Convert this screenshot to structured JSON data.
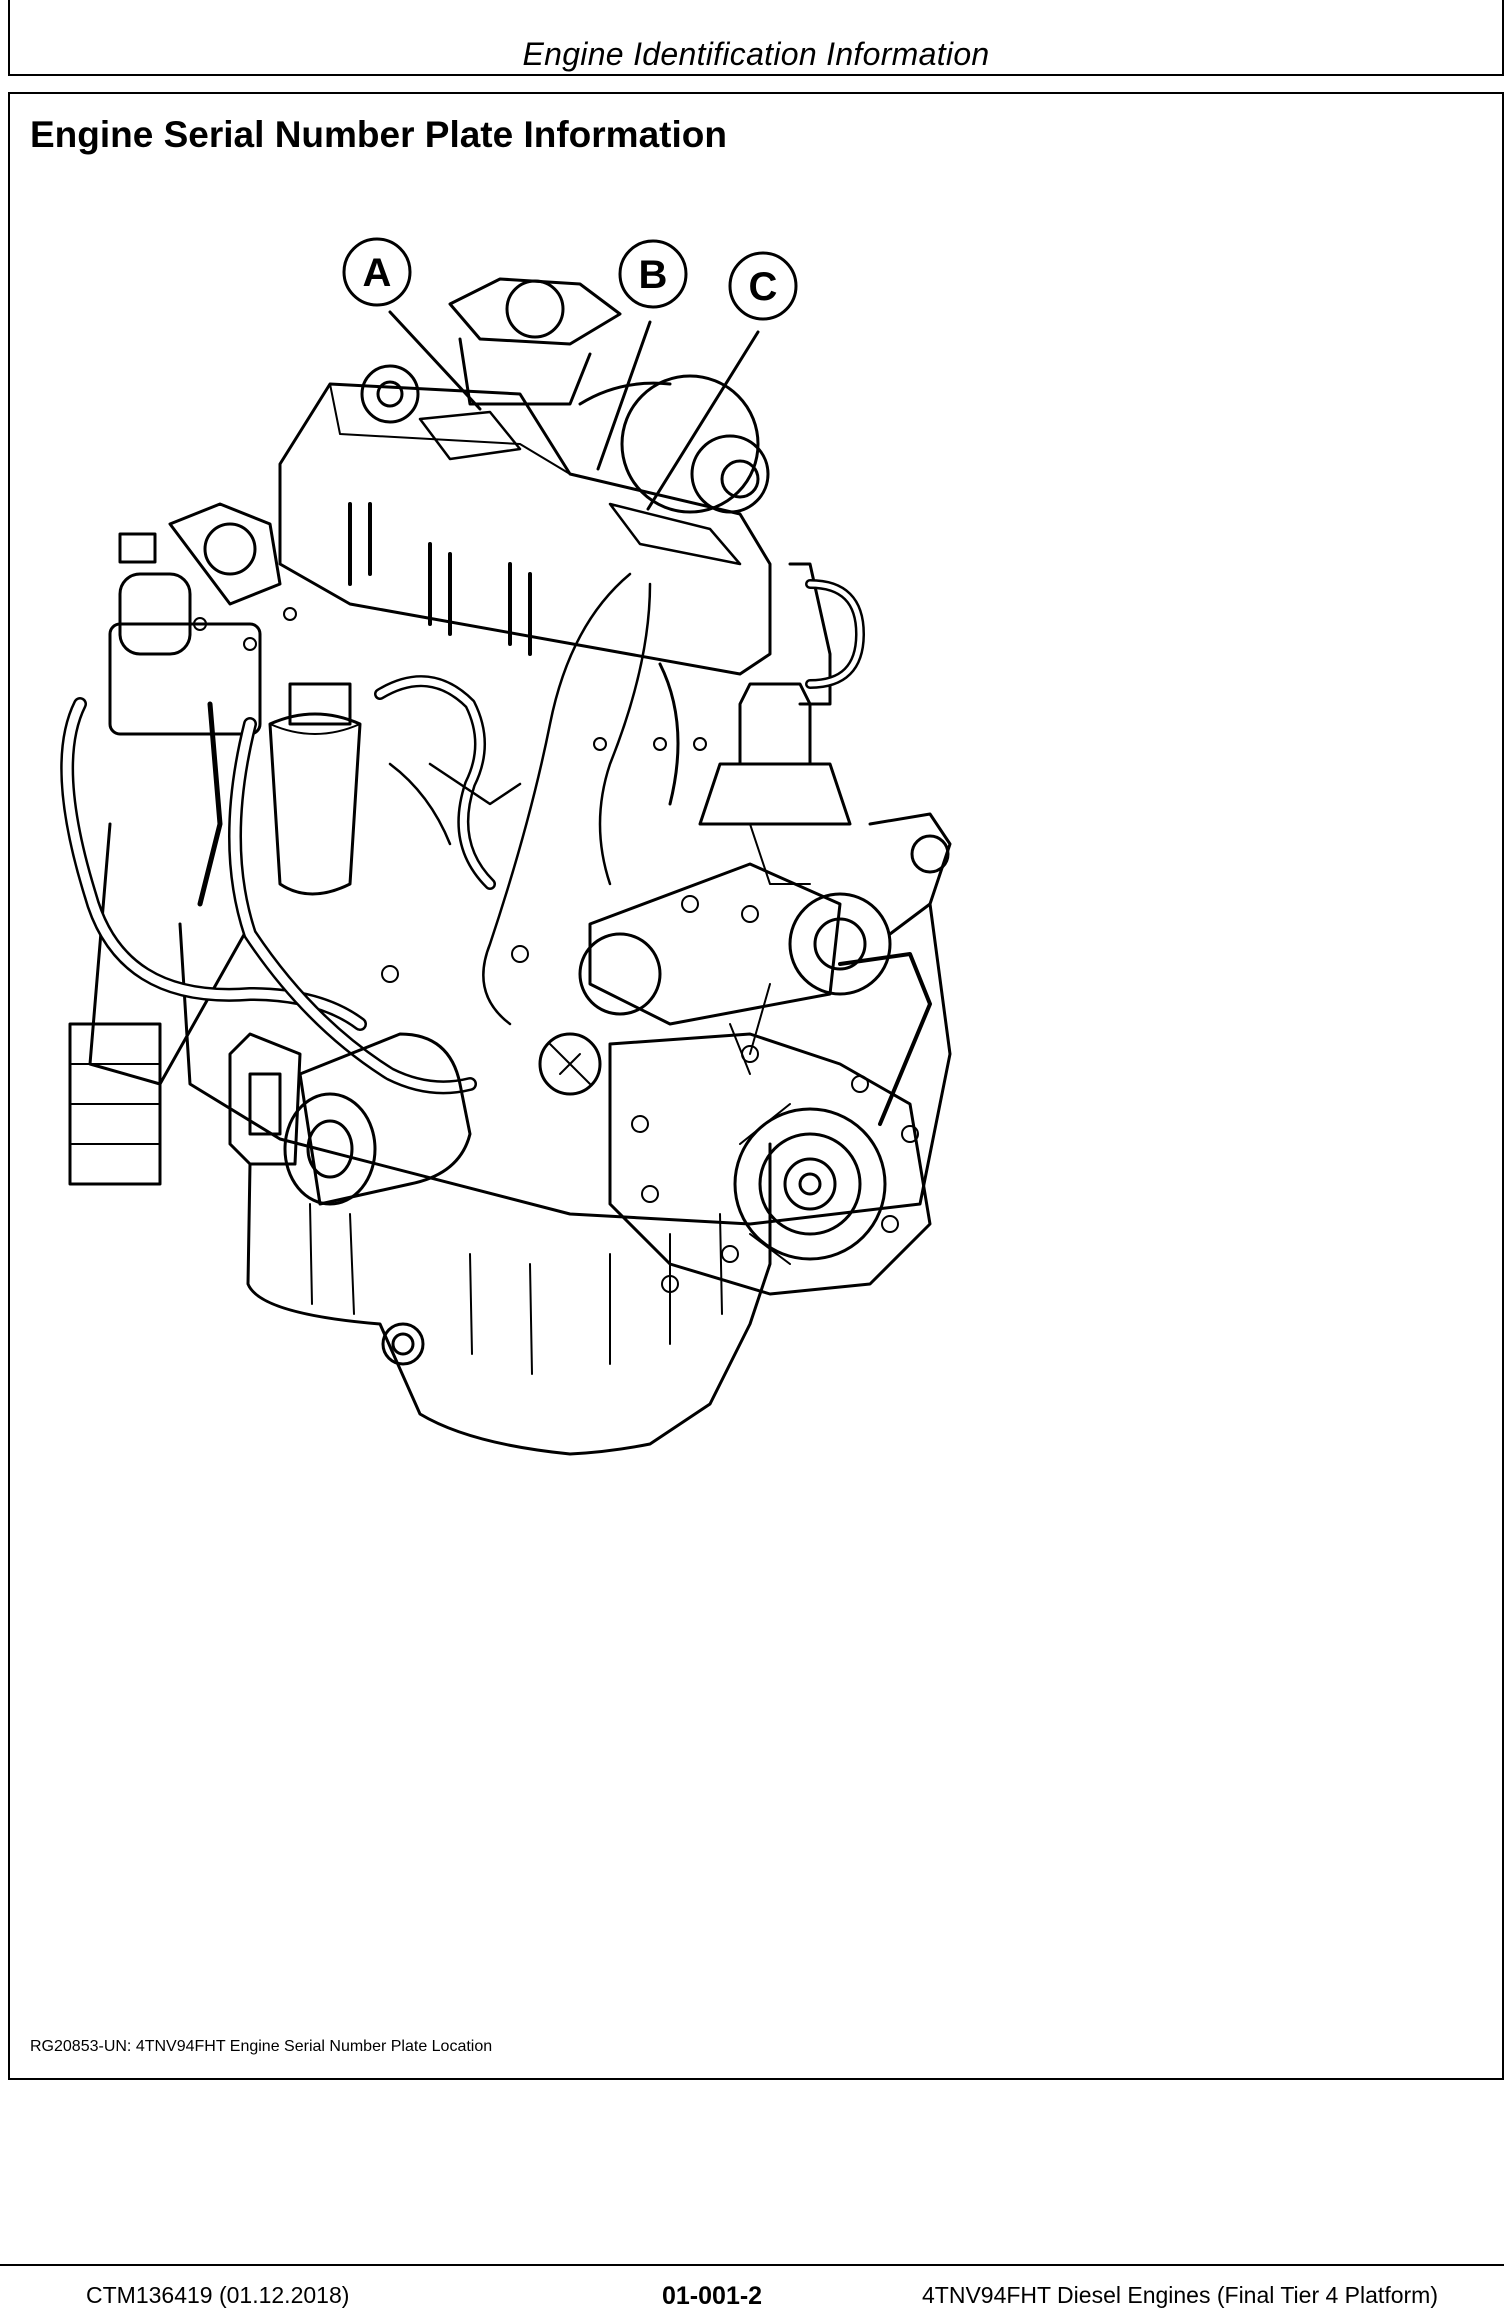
{
  "header": {
    "title": "Engine Identification Information"
  },
  "section": {
    "title": "Engine Serial Number Plate Information"
  },
  "figure": {
    "callouts": [
      "A",
      "B",
      "C"
    ],
    "caption": "RG20853-UN: 4TNV94FHT Engine Serial Number Plate Location"
  },
  "footer": {
    "doc_id": "CTM136419 (01.12.2018)",
    "page": "01-001-2",
    "manual_title": "4TNV94FHT Diesel Engines (Final Tier 4 Platform)"
  }
}
